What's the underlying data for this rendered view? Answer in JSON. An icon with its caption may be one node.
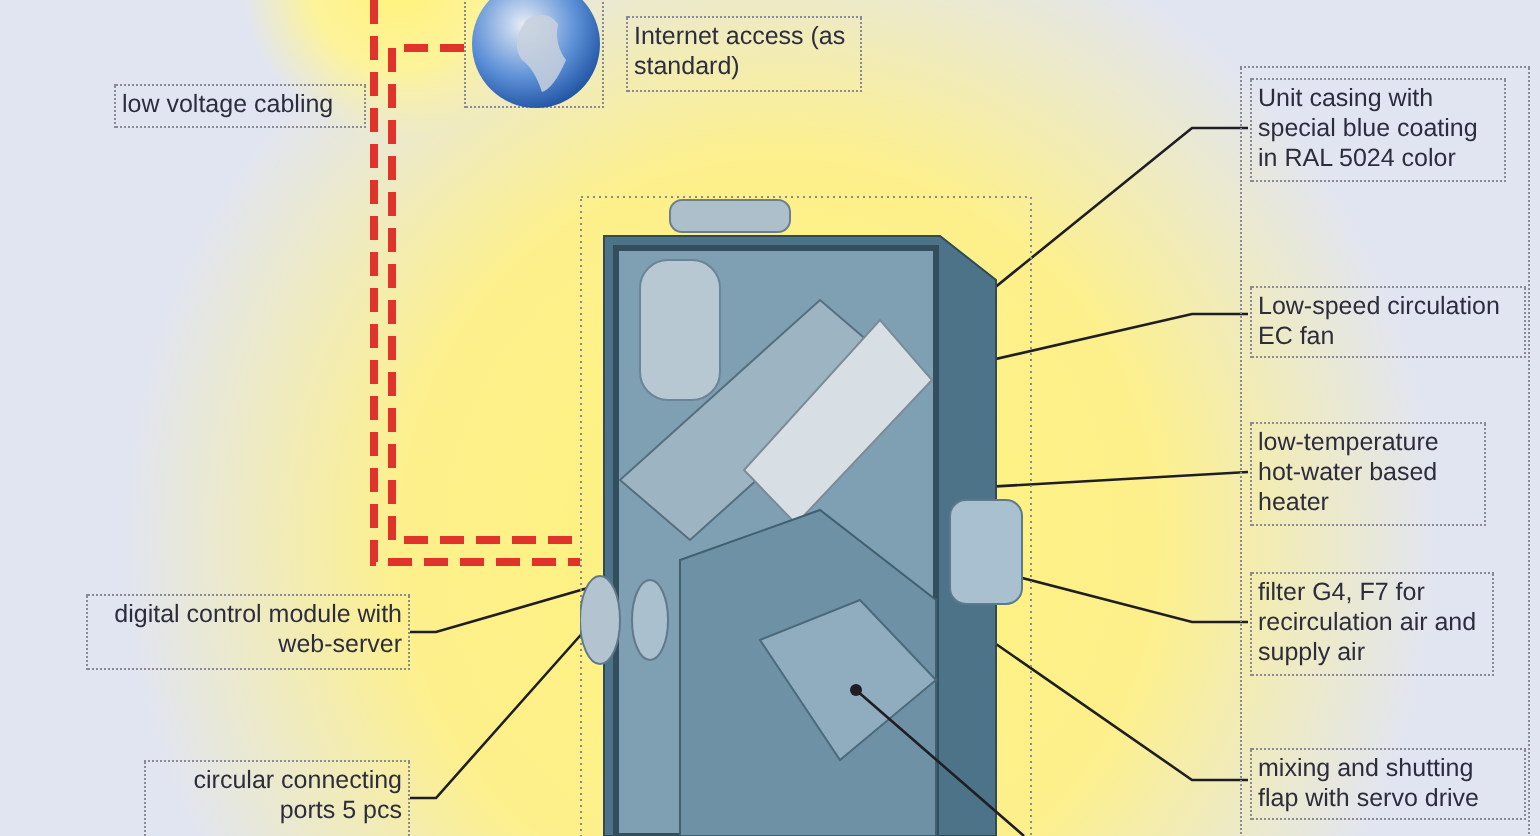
{
  "diagram": {
    "nodes": [
      {
        "text": [],
        "shape": "picture"
      },
      {
        "text": [
          "Internet access (as standard)"
        ]
      },
      {
        "text": [
          "low voltage cabling"
        ]
      },
      {
        "text": [],
        "shape": "picture"
      },
      {
        "text": [],
        "shape": "box"
      },
      {
        "text": [
          "Unit casing with special blue coating in RAL 5024 color"
        ],
        "in": 4
      },
      {
        "text": [
          "Low-speed circulation EC fan"
        ],
        "in": 4
      },
      {
        "text": [
          "low-temperature hot-water based heater"
        ],
        "in": 4
      },
      {
        "text": [
          "filter G4, F7 for recirculation air and supply air"
        ],
        "in": 4
      },
      {
        "text": [
          "mixing and shutting flap with servo drive"
        ],
        "in": 4
      },
      {
        "text": [
          "digital control module with web-server"
        ]
      },
      {
        "text": [
          "circular connecting ports 5 pcs"
        ]
      }
    ],
    "edges": [
      {
        "from": 0,
        "to": 3,
        "arrow": "none",
        "style": "dashed",
        "color": "#e0332b"
      },
      {
        "from": 5,
        "to": 3,
        "arrow": "other"
      },
      {
        "from": 6,
        "to": 3,
        "arrow": "other"
      },
      {
        "from": 7,
        "to": 3,
        "arrow": "other"
      },
      {
        "from": 8,
        "to": 3,
        "arrow": "other"
      },
      {
        "from": 9,
        "to": 3,
        "arrow": "other"
      },
      {
        "from": 10,
        "to": 3,
        "arrow": "other"
      },
      {
        "from": 11,
        "to": 3,
        "arrow": "other"
      }
    ]
  }
}
